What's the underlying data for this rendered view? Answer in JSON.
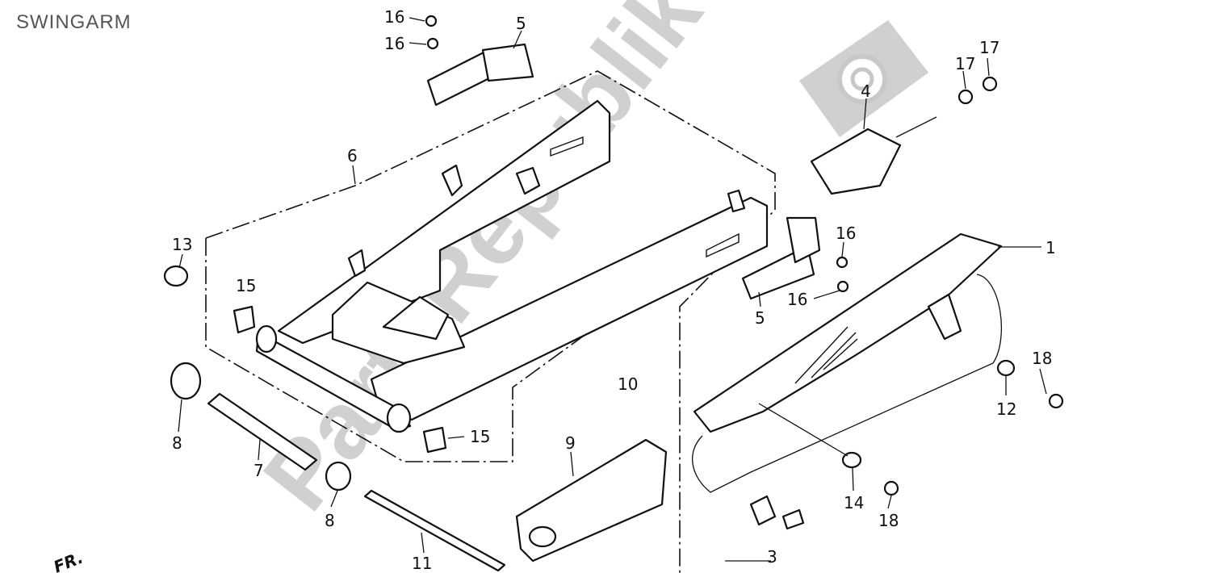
{
  "diagram": {
    "title": "SWINGARM",
    "watermark": "PartsRepublik",
    "direction_mark": "FR.",
    "callouts": [
      {
        "id": "c16a",
        "text": "16"
      },
      {
        "id": "c16b",
        "text": "16"
      },
      {
        "id": "c5a",
        "text": "5"
      },
      {
        "id": "c6",
        "text": "6"
      },
      {
        "id": "c4",
        "text": "4"
      },
      {
        "id": "c17a",
        "text": "17"
      },
      {
        "id": "c17b",
        "text": "17"
      },
      {
        "id": "c13",
        "text": "13"
      },
      {
        "id": "c15a",
        "text": "15"
      },
      {
        "id": "c16c",
        "text": "16"
      },
      {
        "id": "c16d",
        "text": "16"
      },
      {
        "id": "c5b",
        "text": "5"
      },
      {
        "id": "c1",
        "text": "1"
      },
      {
        "id": "c10",
        "text": "10"
      },
      {
        "id": "c18a",
        "text": "18"
      },
      {
        "id": "c12",
        "text": "12"
      },
      {
        "id": "c8a",
        "text": "8"
      },
      {
        "id": "c7",
        "text": "7"
      },
      {
        "id": "c15b",
        "text": "15"
      },
      {
        "id": "c9",
        "text": "9"
      },
      {
        "id": "c8b",
        "text": "8"
      },
      {
        "id": "c14",
        "text": "14"
      },
      {
        "id": "c18b",
        "text": "18"
      },
      {
        "id": "c3",
        "text": "3"
      },
      {
        "id": "c11",
        "text": "11"
      }
    ]
  },
  "colors": {
    "line": "#111111",
    "watermark": "#c8c8c8",
    "title": "#555555"
  }
}
